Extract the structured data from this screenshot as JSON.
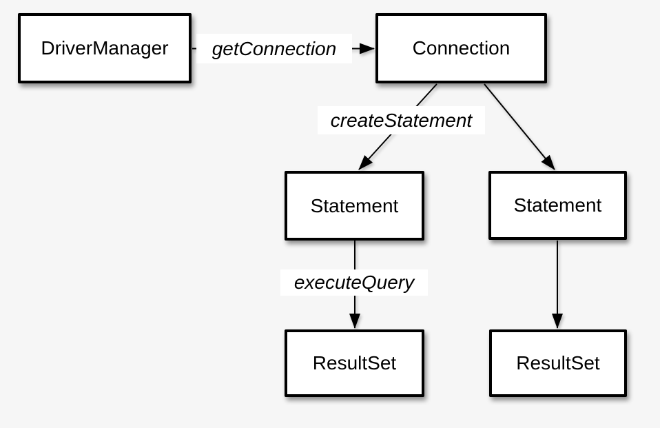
{
  "diagram": {
    "colors": {
      "background": "#f6f6f6",
      "node_fill": "#ffffff",
      "node_border": "#000000",
      "line": "#000000",
      "label_background": "#ffffff"
    },
    "nodes": [
      {
        "label": "DriverManager"
      },
      {
        "label": "Connection"
      },
      {
        "label": "Statement"
      },
      {
        "label": "Statement"
      },
      {
        "label": "ResultSet"
      },
      {
        "label": "ResultSet"
      }
    ],
    "edges": [
      {
        "label": "getConnection",
        "from": "DriverManager",
        "to": "Connection"
      },
      {
        "label": "createStatement",
        "from": "Connection",
        "to": "Statement (left)"
      },
      {
        "label": "",
        "from": "Connection",
        "to": "Statement (right)"
      },
      {
        "label": "executeQuery",
        "from": "Statement (left)",
        "to": "ResultSet (left)"
      },
      {
        "label": "",
        "from": "Statement (right)",
        "to": "ResultSet (right)"
      }
    ]
  }
}
